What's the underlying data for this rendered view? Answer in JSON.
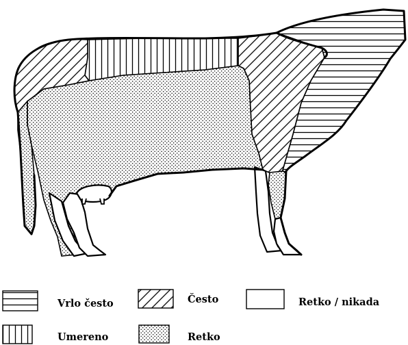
{
  "legend": {
    "items": [
      {
        "key": "horizontal",
        "label": "Vrlo često"
      },
      {
        "key": "diagonal",
        "label": "Često"
      },
      {
        "key": "empty",
        "label": "Retko / nikada"
      },
      {
        "key": "vertical",
        "label": "Umereno"
      },
      {
        "key": "dotted",
        "label": "Retko"
      }
    ]
  },
  "regions": [
    {
      "part": "rump",
      "pattern": "diagonal"
    },
    {
      "part": "back",
      "pattern": "vertical"
    },
    {
      "part": "shoulder-neck",
      "pattern": "diagonal"
    },
    {
      "part": "head-dewlap",
      "pattern": "horizontal"
    },
    {
      "part": "belly-flank",
      "pattern": "dotted"
    },
    {
      "part": "tail",
      "pattern": "dotted"
    },
    {
      "part": "front-lower-leg",
      "pattern": "dotted"
    }
  ],
  "colors": {
    "ink": "#000000",
    "paper": "#ffffff"
  }
}
